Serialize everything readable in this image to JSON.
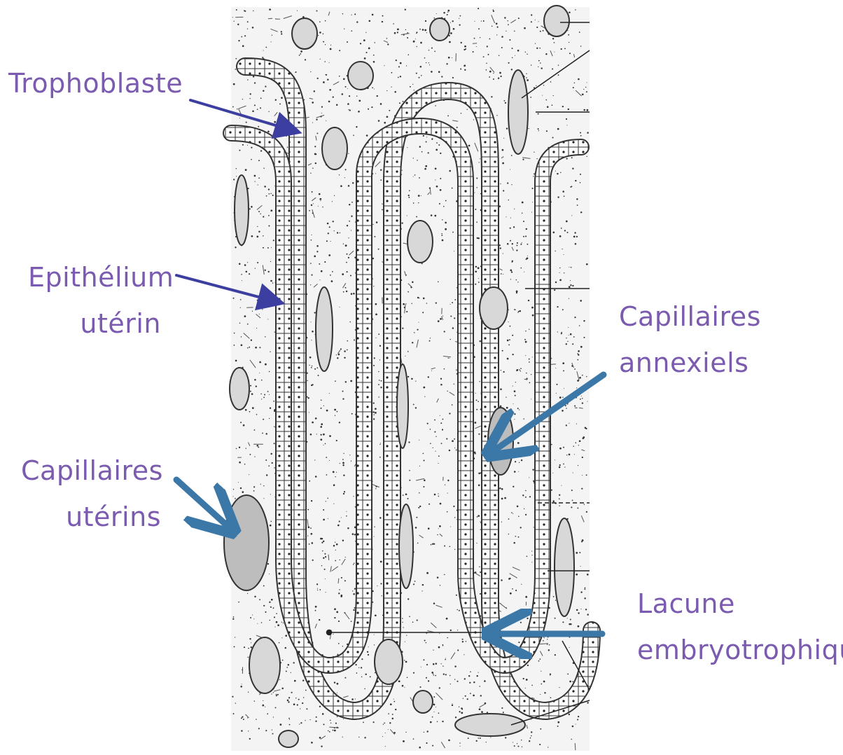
{
  "labels": {
    "trophoblaste": "Trophoblaste",
    "epithelium_line1": "Epithélium",
    "epithelium_line2": "utérin",
    "capillaires_uterins_line1": "Capillaires",
    "capillaires_uterins_line2": "utérins",
    "capillaires_annexiels_line1": "Capillaires",
    "capillaires_annexiels_line2": "annexiels",
    "lacune_line1": "Lacune",
    "lacune_line2": "embryotrophique"
  },
  "colors": {
    "label_text": "#7b5bb0",
    "arrow_purple": "#3d3fa0",
    "arrow_blue": "#3b78a8",
    "ink": "#222222"
  }
}
